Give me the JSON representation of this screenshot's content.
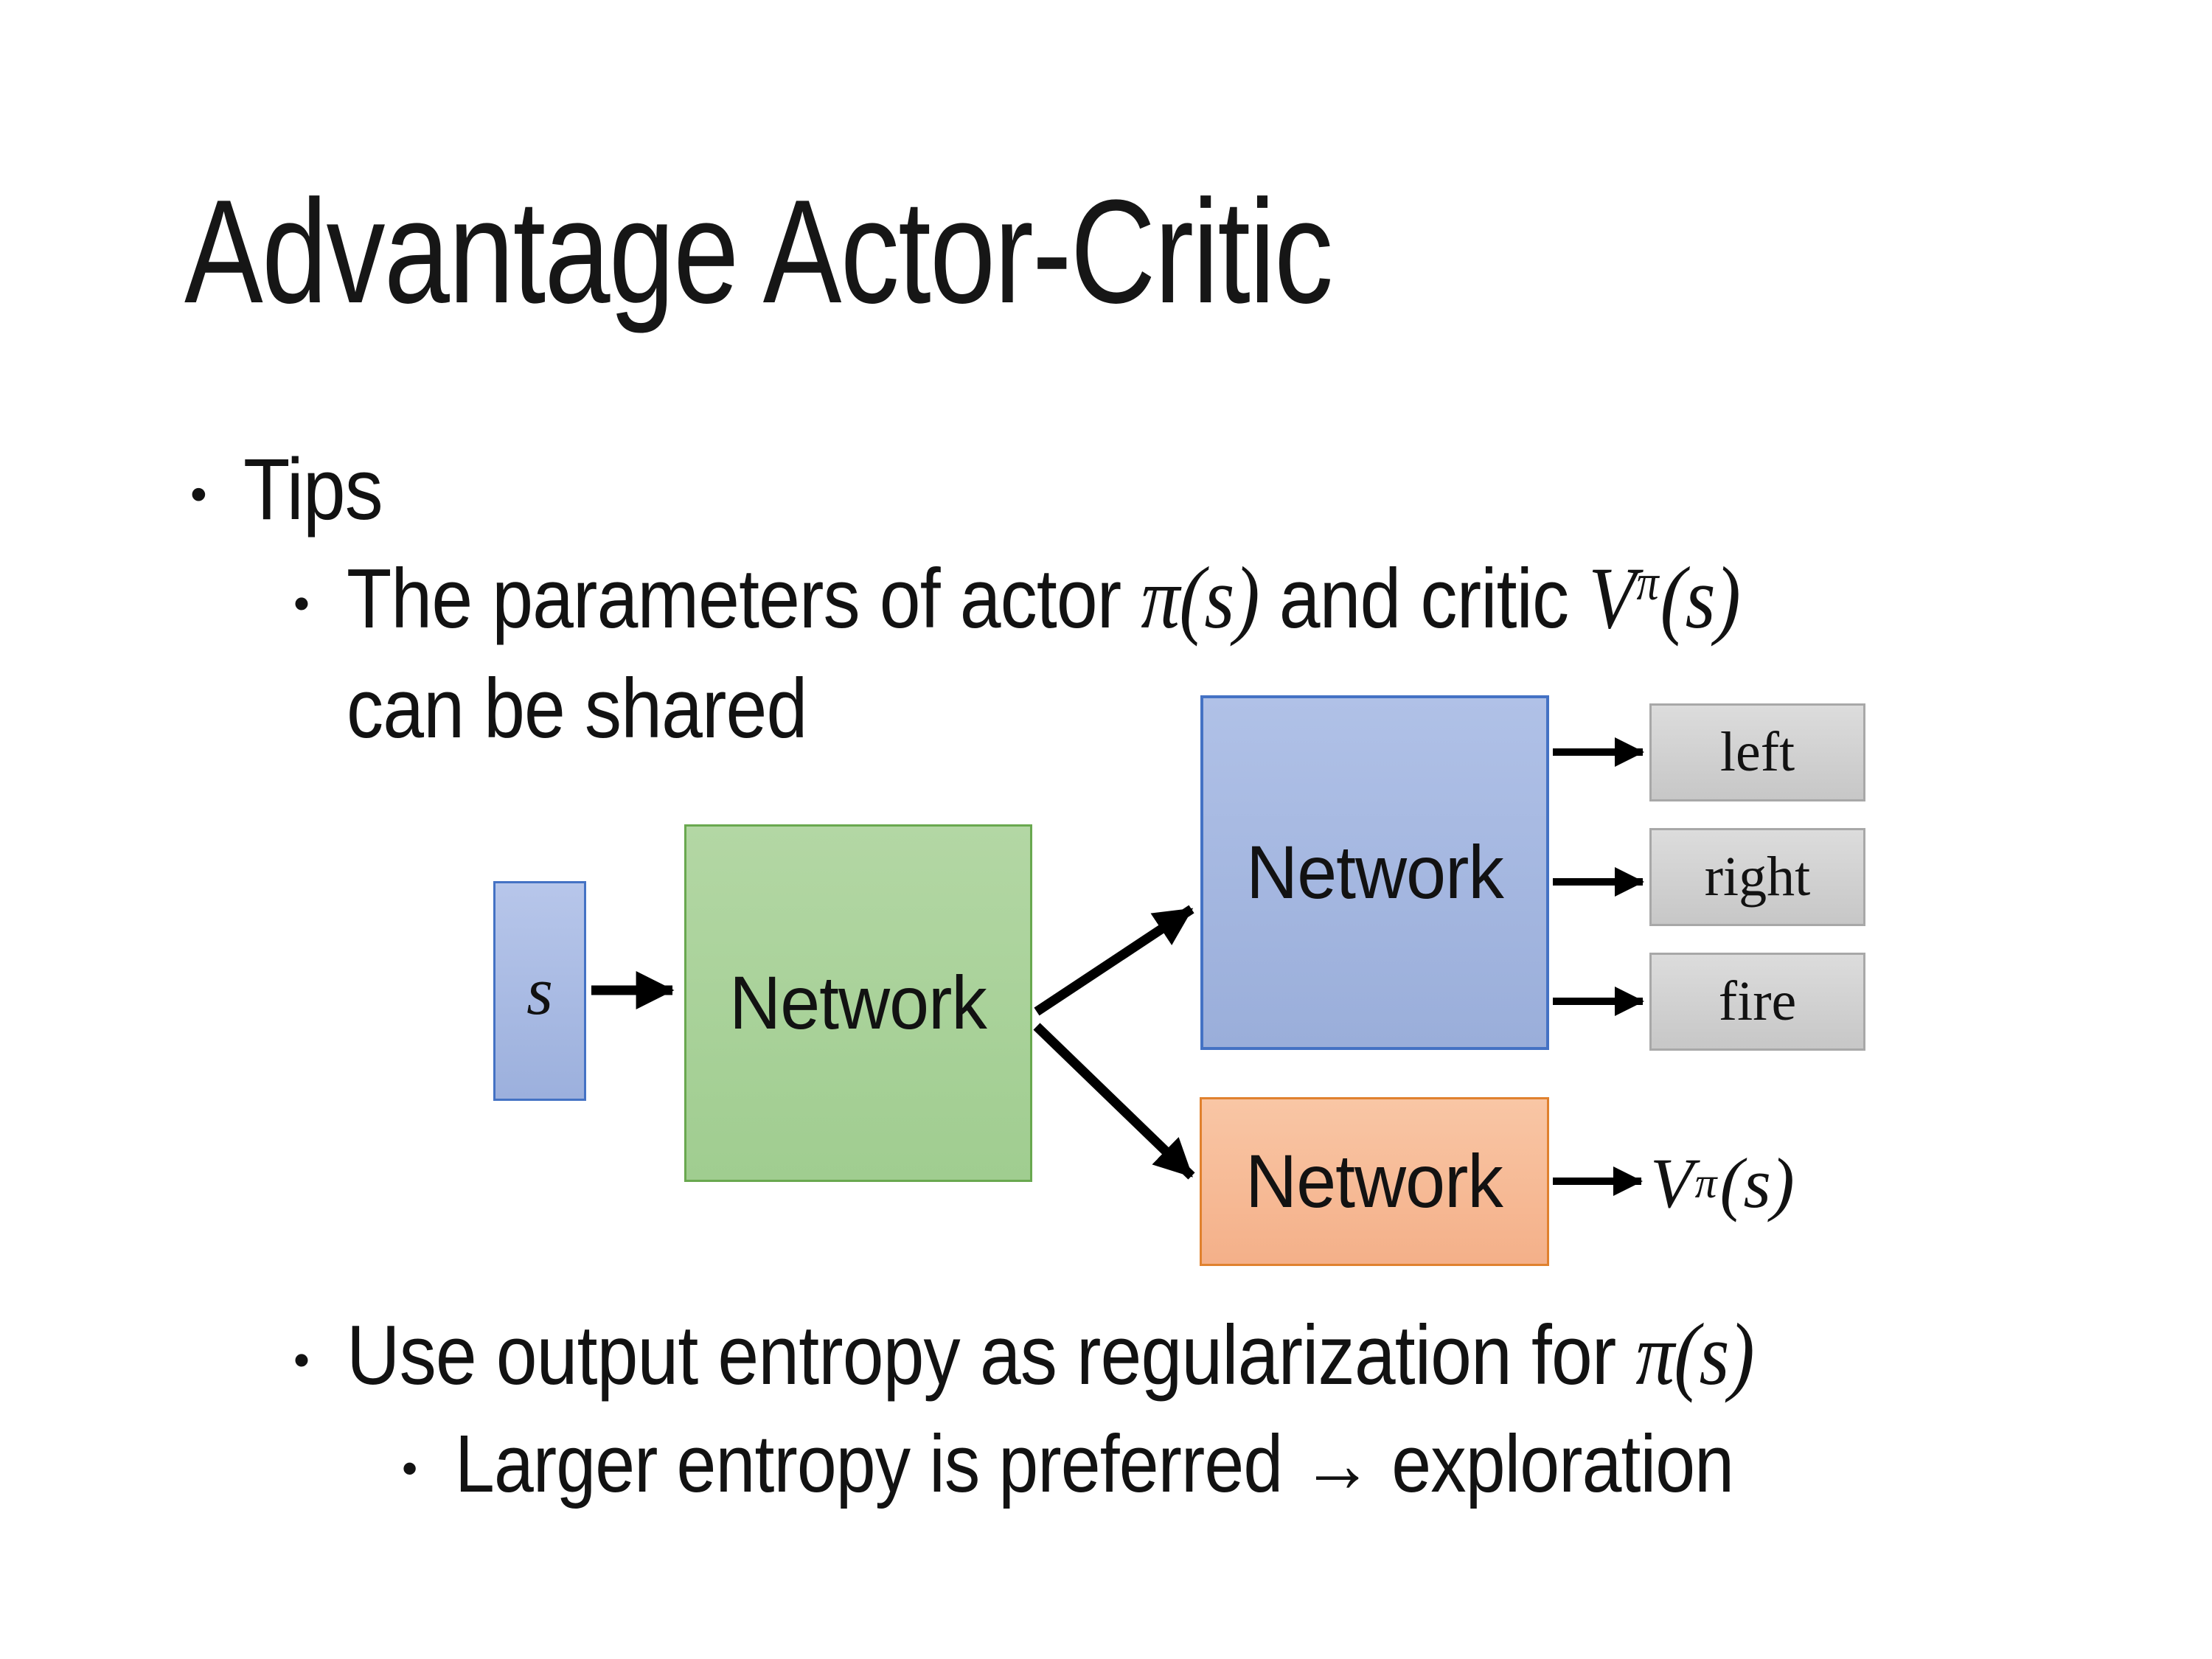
{
  "title": "Advantage Actor-Critic",
  "bullets": {
    "bullet_glyph": "•",
    "tips_label": "Tips",
    "tip1_pre": "The parameters of actor ",
    "tip1_math1": "π(s)",
    "tip1_mid": "  and critic ",
    "tip1_v_base": "V",
    "tip1_v_sup": "π",
    "tip1_v_args": "(s)",
    "tip1_line2": "can be shared",
    "tip2_pre": "Use output entropy as regularization for ",
    "tip2_math": "π(s)",
    "tip3": "Larger entropy is preferred → exploration"
  },
  "diagram": {
    "input_box": {
      "label": "s"
    },
    "shared_network": {
      "label": "Network"
    },
    "actor_network": {
      "label": "Network"
    },
    "critic_network": {
      "label": "Network"
    },
    "actions": [
      {
        "label": "left"
      },
      {
        "label": "right"
      },
      {
        "label": "fire"
      }
    ],
    "critic_output": {
      "base": "V",
      "sup": "π",
      "args": "(s)"
    }
  },
  "colors": {
    "background": "#ffffff",
    "text": "#121212",
    "blue_fill": "#a6b8e1",
    "blue_border": "#4472c4",
    "green_fill": "#a9d49a",
    "green_border": "#69a84f",
    "orange_fill": "#f8bc98",
    "orange_border": "#e0812e",
    "gray_fill": "#d2d2d2",
    "gray_border": "#a8a8a8",
    "arrow": "#000000"
  }
}
